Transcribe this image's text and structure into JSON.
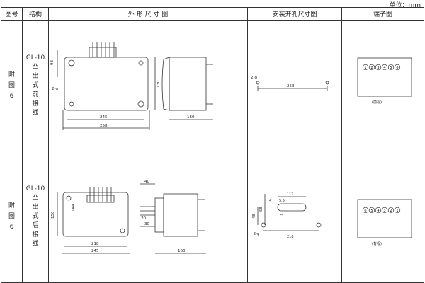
{
  "unit_label": "单位：mm",
  "headers": {
    "fig_no": "图号",
    "structure": "结构",
    "outline": "外 形 尺 寸 图",
    "cutout": "安装开孔尺寸图",
    "terminal": "端子图"
  },
  "rows": [
    {
      "fig_chars": [
        "附",
        "图",
        "6"
      ],
      "model": "GL-10",
      "structure_chars": [
        "凸",
        "出",
        "式",
        "前",
        "接",
        "线"
      ],
      "outline_dims": {
        "d98": "98",
        "d130": "130",
        "d245": "245",
        "d258": "258",
        "d160": "160",
        "hole": "2-φ"
      },
      "cutout_dims": {
        "d258": "258",
        "hole": "2-φ"
      },
      "terminal_numbers": [
        "1",
        "2",
        "3",
        "4",
        "5",
        "6"
      ],
      "terminal_caption": "(前视)"
    },
    {
      "fig_chars": [
        "附",
        "图",
        "6"
      ],
      "model": "GL-10",
      "structure_chars": [
        "凸",
        "出",
        "式",
        "后",
        "接",
        "线"
      ],
      "outline_dims": {
        "d150": "150",
        "d144": "144",
        "d218": "218",
        "d245": "245",
        "d40": "40",
        "d20": "20",
        "d30": "30",
        "d160": "160"
      },
      "cutout_dims": {
        "d112": "112",
        "d218": "218",
        "d48": "48",
        "d68": "68",
        "d5_5": "5.5",
        "d25": "25",
        "d4": "4",
        "hole": "2-φ"
      },
      "terminal_numbers": [
        "6",
        "5",
        "4",
        "3",
        "2",
        "1"
      ],
      "terminal_caption": "(背视)"
    }
  ]
}
